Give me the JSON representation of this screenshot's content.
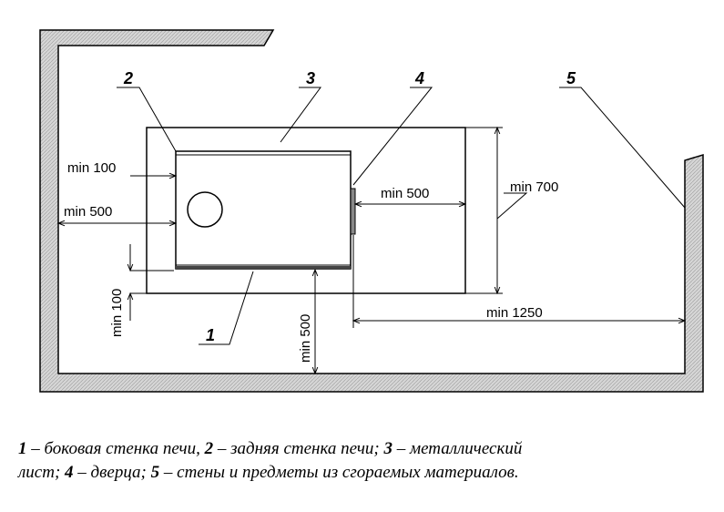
{
  "callouts": {
    "n1": "1",
    "n2": "2",
    "n3": "3",
    "n4": "4",
    "n5": "5"
  },
  "dimensions": {
    "back_gap": "min 100",
    "back_wall_dist": "min 500",
    "door_sheet": "min 500",
    "sheet_depth": "min 700",
    "side_gap": "min 100",
    "side_wall_dist": "min 500",
    "door_wall_dist": "min 1250"
  },
  "legend": {
    "line1": [
      {
        "num": "1",
        "text": " – боковая стенка печи, "
      },
      {
        "num": "2",
        "text": " – задняя стенка печи; "
      },
      {
        "num": "3",
        "text": " – металлический"
      }
    ],
    "line2": [
      {
        "num": "",
        "text": "лист; "
      },
      {
        "num": "4",
        "text": " – дверца; "
      },
      {
        "num": "5",
        "text": " – стены и предметы из сгораемых материалов."
      }
    ]
  },
  "colors": {
    "wall_fill": "#d4d4d4",
    "line": "#000000"
  }
}
